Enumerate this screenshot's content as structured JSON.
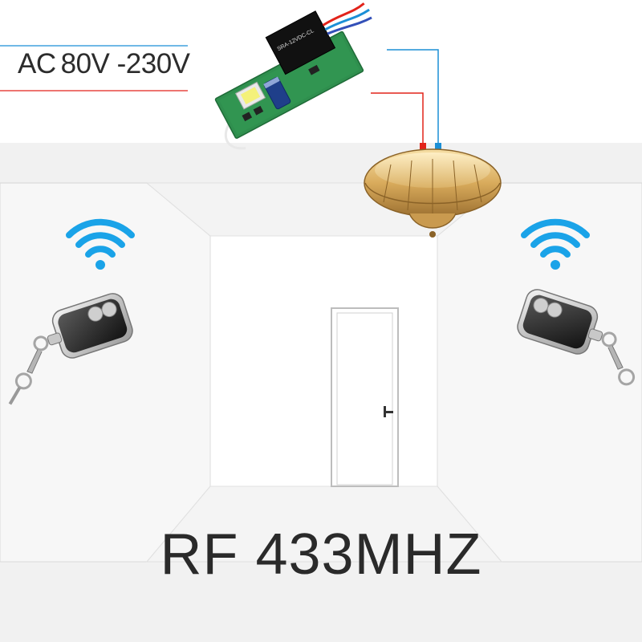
{
  "power_input": {
    "prefix": "AC",
    "range": "80V -230V"
  },
  "frequency_label": "RF 433MHZ",
  "relay_text": {
    "line1": "SRA-12VDC-CL"
  },
  "colors": {
    "wire_red": "#e2231a",
    "wire_blue": "#1b8fd6",
    "signal_blue": "#1aa3e8",
    "wall": "#f3f3f3",
    "pcb_green": "#2f8f4e",
    "lamp_gold": "#c89a4a"
  },
  "icons": [
    "wifi-signal-icon",
    "remote-key-fob-icon",
    "ceiling-lamp-icon",
    "relay-module-icon",
    "door-icon"
  ]
}
